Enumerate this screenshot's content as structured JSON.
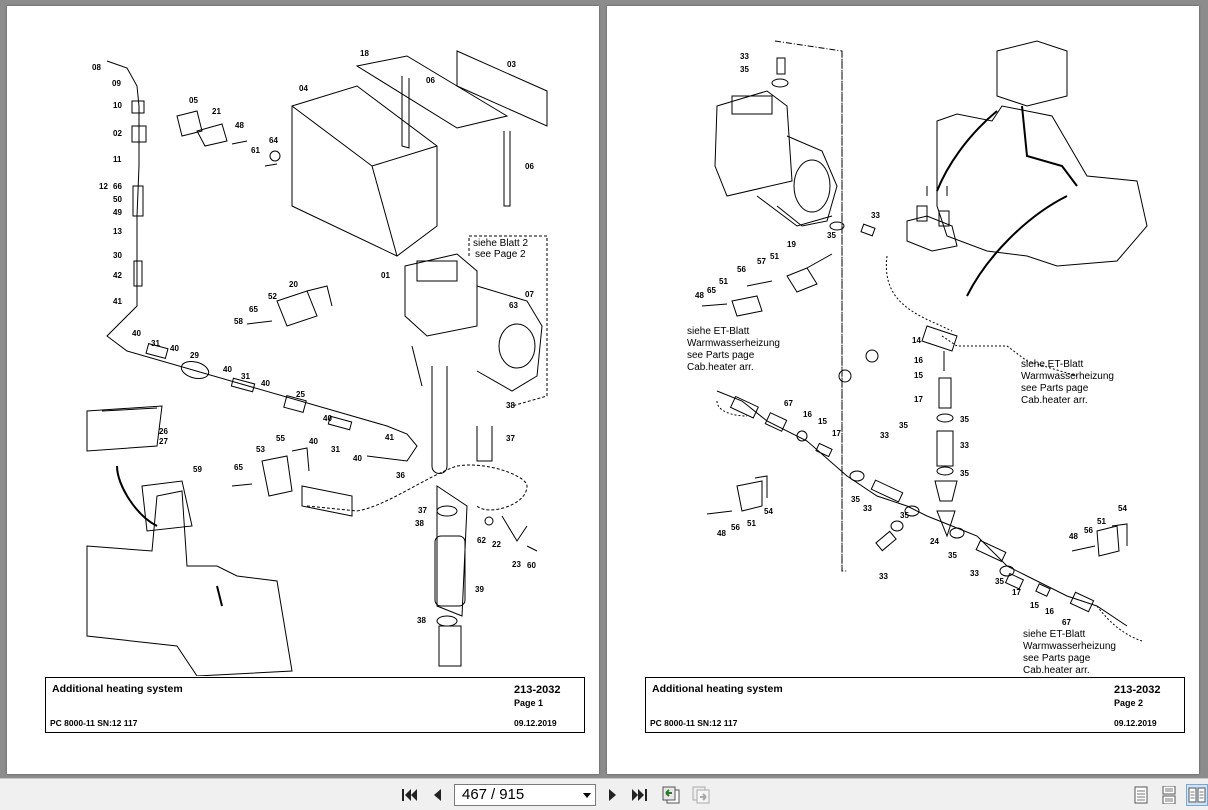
{
  "pages": [
    {
      "title": "Additional heating system",
      "doc_number": "213-2032",
      "page_label": "Page 1",
      "machine": "PC 8000-11 SN:12 117",
      "date": "09.12.2019",
      "note_lines": [
        "siehe Blatt 2",
        "see Page 2"
      ],
      "callouts": [
        "08",
        "09",
        "10",
        "02",
        "11",
        "12",
        "66",
        "50",
        "49",
        "13",
        "30",
        "42",
        "41",
        "05",
        "21",
        "48",
        "64",
        "61",
        "04",
        "18",
        "06",
        "03",
        "06",
        "01",
        "07",
        "63",
        "20",
        "52",
        "65",
        "58",
        "40",
        "31",
        "40",
        "29",
        "40",
        "31",
        "40",
        "25",
        "40",
        "31",
        "40",
        "41",
        "26",
        "27",
        "59",
        "65",
        "53",
        "55",
        "36",
        "38",
        "37",
        "37",
        "38",
        "62",
        "22",
        "23",
        "60",
        "39",
        "38"
      ]
    },
    {
      "title": "Additional heating system",
      "doc_number": "213-2032",
      "page_label": "Page 2",
      "machine": "PC 8000-11 SN:12 117",
      "date": "09.12.2019",
      "notes": [
        [
          "siehe ET-Blatt",
          "Warmwasserheizung",
          "see Parts page",
          "Cab.heater arr."
        ],
        [
          "siehe ET-Blatt",
          "Warmwasserheizung",
          "see Parts page",
          "Cab.heater arr."
        ],
        [
          "siehe ET-Blatt",
          "Warmwasserheizung",
          "see Parts page",
          "Cab.heater arr."
        ]
      ],
      "callouts": [
        "33",
        "35",
        "33",
        "35",
        "19",
        "51",
        "57",
        "56",
        "51",
        "65",
        "48",
        "14",
        "16",
        "15",
        "17",
        "35",
        "33",
        "35",
        "67",
        "16",
        "15",
        "17",
        "33",
        "35",
        "35",
        "33",
        "35",
        "24",
        "35",
        "33",
        "35",
        "17",
        "15",
        "16",
        "67",
        "54",
        "51",
        "56",
        "48",
        "54",
        "51",
        "56",
        "48"
      ]
    }
  ],
  "toolbar": {
    "current_page": "467",
    "separator": "/",
    "total_pages": "915",
    "first_icon": "first-page-icon",
    "prev_icon": "previous-page-icon",
    "next_icon": "next-page-icon",
    "last_icon": "last-page-icon",
    "back_icon": "previous-view-icon",
    "forward_icon": "next-view-icon",
    "view_single_icon": "single-page-view-icon",
    "view_continuous_icon": "continuous-view-icon",
    "view_facing_icon": "facing-pages-view-icon"
  }
}
